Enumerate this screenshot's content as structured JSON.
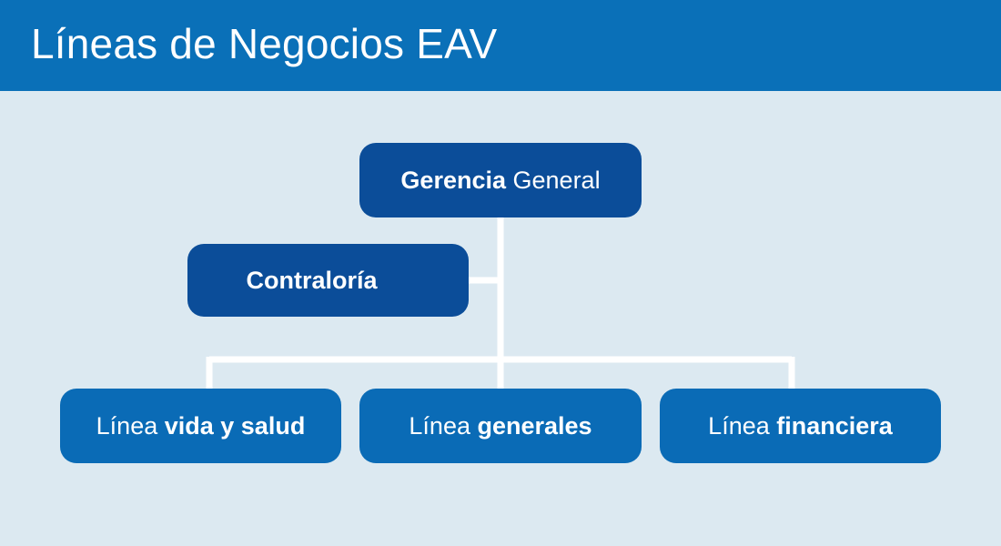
{
  "title": "Líneas de Negocios EAV",
  "colors": {
    "header": "#0a70b8",
    "background": "#dce9f1",
    "node_dark": "#0b4d99",
    "node_mid": "#0a6bb6",
    "connector": "#ffffff"
  },
  "org_chart": {
    "root": {
      "bold": "Gerencia",
      "normal": "General"
    },
    "staff": {
      "bold": "Contraloría"
    },
    "lines": [
      {
        "normal": "Línea",
        "bold": "vida y salud"
      },
      {
        "normal": "Línea",
        "bold": "generales"
      },
      {
        "normal": "Línea",
        "bold": "financiera"
      }
    ]
  }
}
